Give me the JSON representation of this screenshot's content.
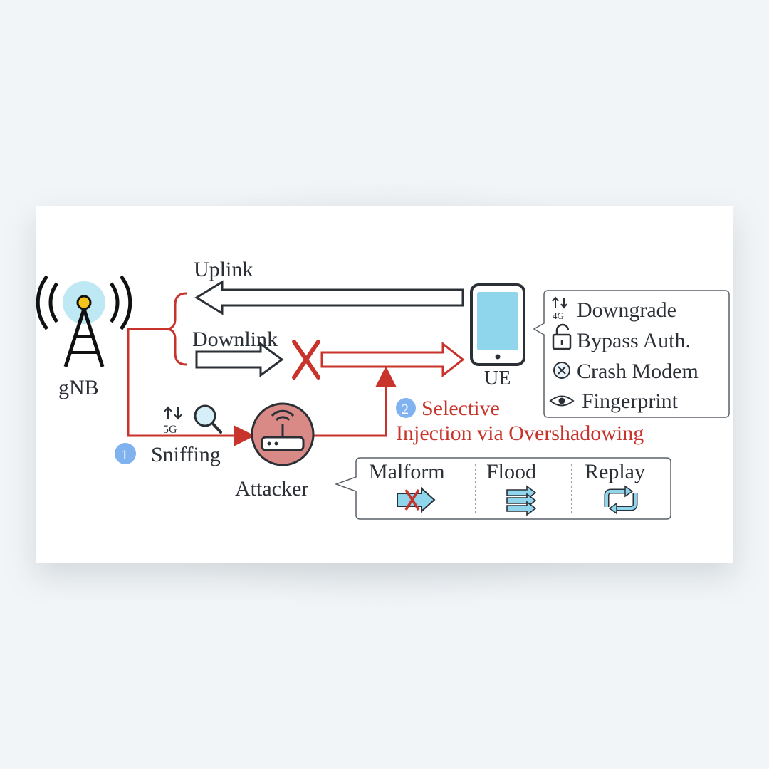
{
  "nodes": {
    "gnb": "gNB",
    "ue": "UE",
    "attacker": "Attacker"
  },
  "links": {
    "uplink": "Uplink",
    "downlink": "Downlink"
  },
  "steps": {
    "step1_number": "1",
    "step1_label": "Sniffing",
    "step2_number": "2",
    "step2_line1": "Selective",
    "step2_line2": "Injection via Overshadowing"
  },
  "badges": {
    "sniff_badge": "5G",
    "downgrade_badge": "4G"
  },
  "impacts": [
    {
      "label": "Downgrade",
      "icon": "downgrade-4g-icon"
    },
    {
      "label": "Bypass Auth.",
      "icon": "lock-icon"
    },
    {
      "label": "Crash Modem",
      "icon": "x-circle-icon"
    },
    {
      "label": "Fingerprint",
      "icon": "eye-icon"
    }
  ],
  "attack_types": [
    {
      "label": "Malform",
      "icon": "malform-arrow-icon"
    },
    {
      "label": "Flood",
      "icon": "flood-arrows-icon"
    },
    {
      "label": "Replay",
      "icon": "replay-icon"
    }
  ],
  "colors": {
    "red": "#c8332b",
    "dark": "#2b2f36",
    "cyan": "#8fd6ec",
    "attacker_fill": "#d98a86",
    "step_badge": "#7fb2ee"
  }
}
